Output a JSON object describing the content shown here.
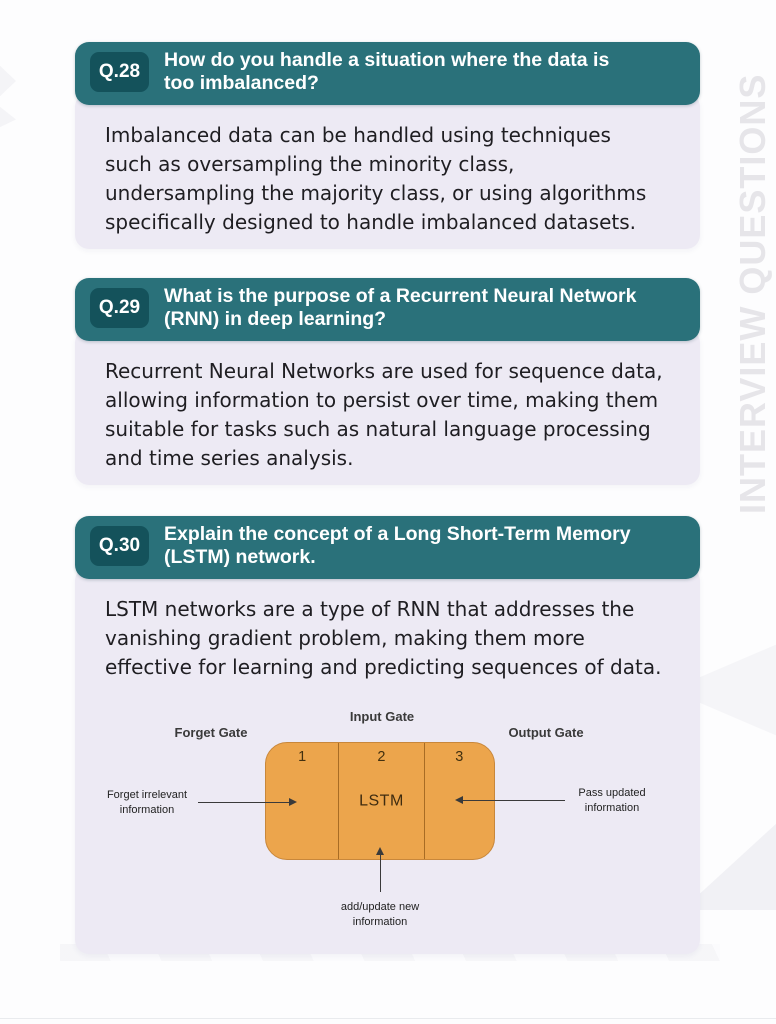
{
  "side_text": "INTERVIEW QUESTIONS",
  "colors": {
    "header_teal": "#2A717A",
    "badge_teal": "#14525B",
    "answer_background": "#EDEAF4",
    "diagram_orange": "#ECA54C",
    "diagram_border": "#C8873B",
    "side_text_gray": "#E6E5E9"
  },
  "cards": [
    {
      "qnum": "Q.28",
      "question_lines": [
        "How do you handle a situation where the data is",
        "too imbalanced?"
      ],
      "answer_lines": [
        "Imbalanced data can be handled using techniques",
        "such as oversampling the minority class,",
        "undersampling the majority class, or using algorithms",
        "specifically designed to handle imbalanced datasets."
      ]
    },
    {
      "qnum": "Q.29",
      "question_lines": [
        "What is the purpose of a Recurrent Neural Network",
        "(RNN) in deep learning?"
      ],
      "answer_lines": [
        "Recurrent Neural Networks are used for sequence data,",
        "allowing information to persist over time, making them",
        "suitable for tasks such as natural language processing",
        "and time series analysis."
      ]
    },
    {
      "qnum": "Q.30",
      "question_lines": [
        "Explain the concept of a Long Short-Term Memory",
        "(LSTM) network."
      ],
      "answer_lines": [
        "LSTM networks are a type of RNN that addresses the",
        "vanishing gradient problem, making them more",
        "effective for learning and predicting sequences of data."
      ]
    }
  ],
  "diagram": {
    "gate_labels": {
      "forget": "Forget Gate",
      "input": "Input Gate",
      "output": "Output Gate"
    },
    "cells": [
      "1",
      "2",
      "3"
    ],
    "center_label": "LSTM",
    "left_note": [
      "Forget irrelevant",
      "information"
    ],
    "right_note": [
      "Pass updated",
      "information"
    ],
    "bottom_note": [
      "add/update new",
      "information"
    ]
  }
}
